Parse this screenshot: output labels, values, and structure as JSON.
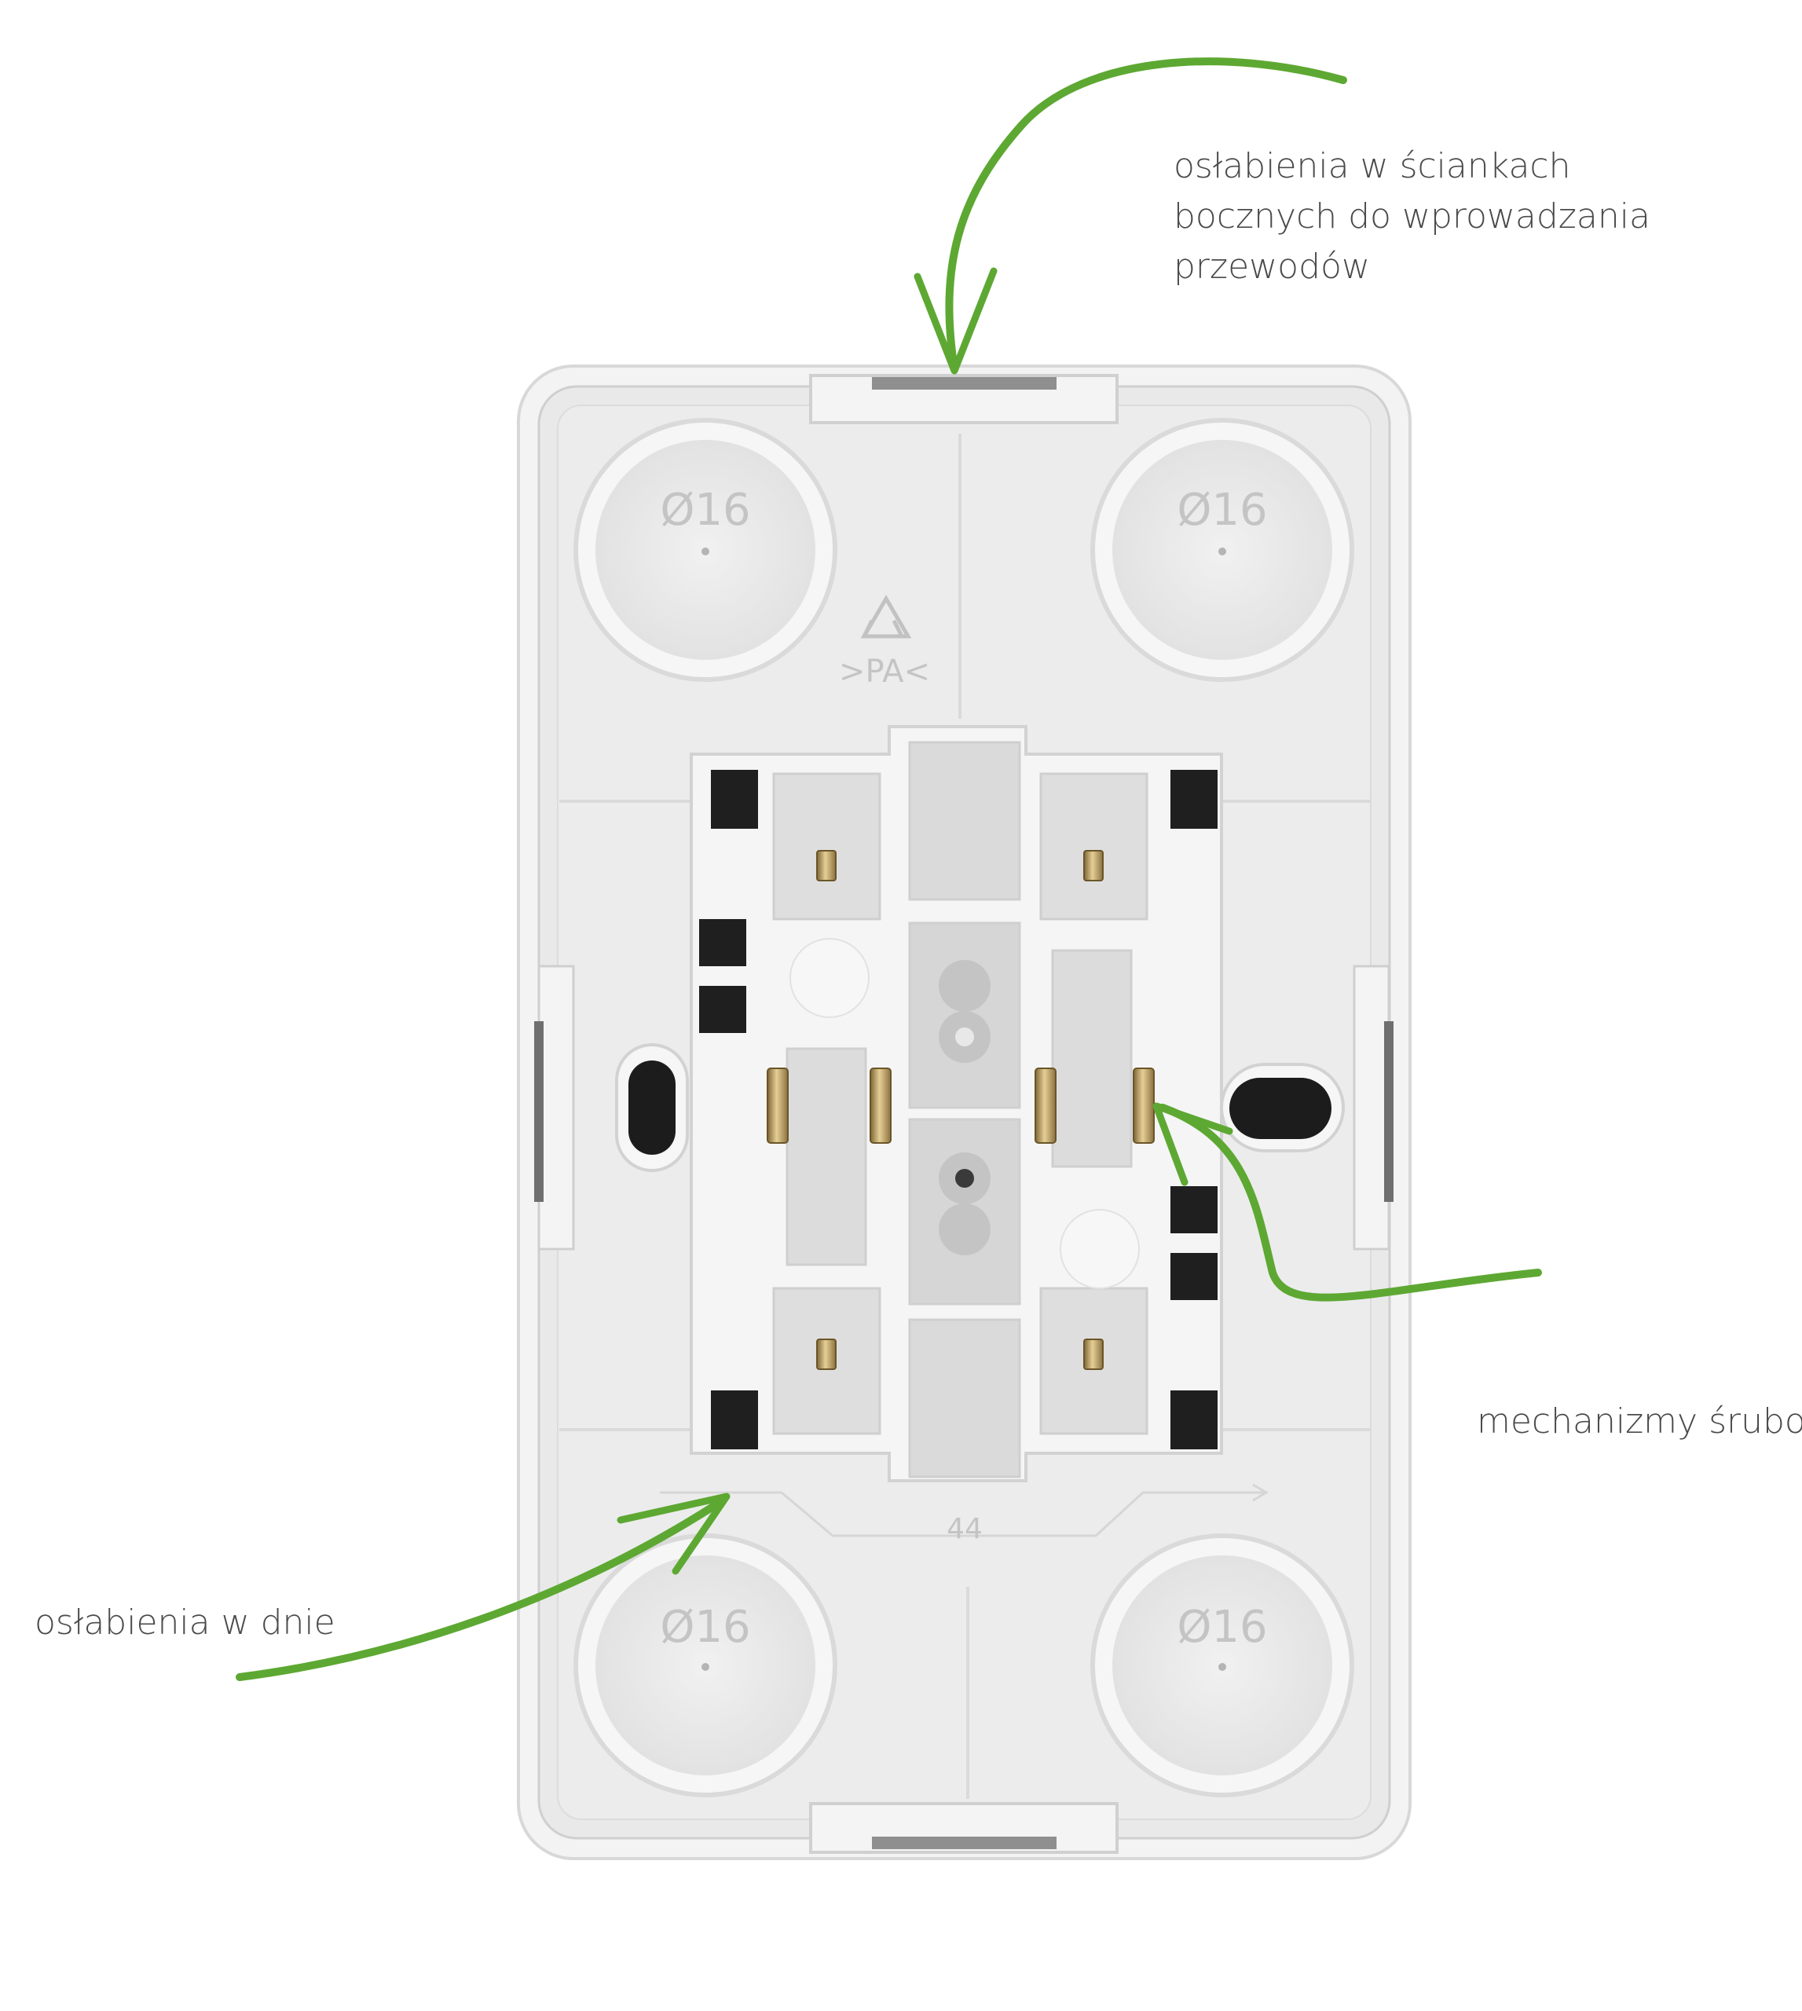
{
  "annotations": {
    "side_walls": {
      "lines": [
        "osłabienia w ściankach",
        "bocznych do wprowadzania",
        "przewodów"
      ]
    },
    "bottom": {
      "text": "osłabienia w dnie"
    },
    "screw": {
      "text": "mechanizmy śrubo"
    }
  },
  "knockouts": {
    "top_left": "Ø16",
    "top_right": "Ø16",
    "bottom_left": "Ø16",
    "bottom_right": "Ø16"
  },
  "markings": {
    "material": ">PA<",
    "dimension": "44"
  },
  "colors": {
    "arrow": "#5da832",
    "label": "#4a4a4a",
    "housing": "#efefef",
    "brass": "#b89a5c"
  },
  "icons": {
    "recycle": "recycle-icon"
  }
}
